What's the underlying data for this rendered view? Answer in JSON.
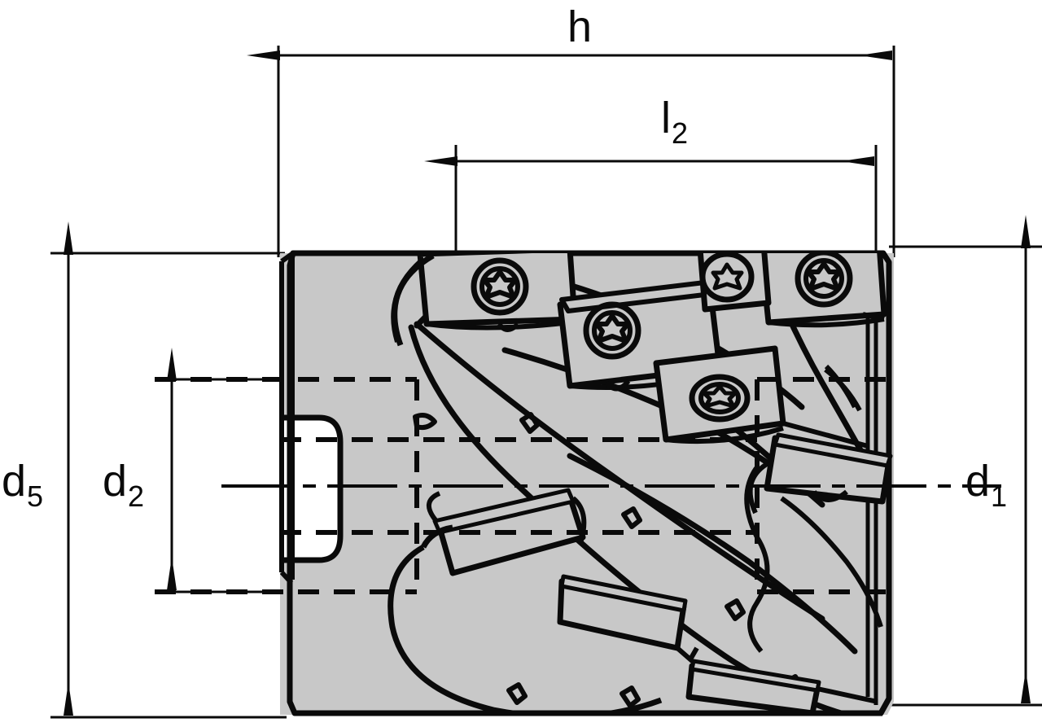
{
  "drawing": {
    "title": "Indexable milling cutter side view with dimensions",
    "background_color": "#ffffff",
    "body_fill_color": "#c8c8c8",
    "line_color": "#0a0a0a"
  },
  "dimensions": {
    "h": {
      "label_base": "h",
      "label_sub": "",
      "orientation": "horizontal",
      "position": "top"
    },
    "l2": {
      "label_base": "l",
      "label_sub": "2",
      "orientation": "horizontal",
      "position": "top"
    },
    "d5": {
      "label_base": "d",
      "label_sub": "5",
      "orientation": "vertical",
      "position": "left-outer"
    },
    "d2": {
      "label_base": "d",
      "label_sub": "2",
      "orientation": "vertical",
      "position": "left-inner"
    },
    "d1": {
      "label_base": "d",
      "label_sub": "1",
      "orientation": "vertical",
      "position": "right"
    }
  },
  "features": {
    "insert_count": 6,
    "screw_type": "torx-screw",
    "centerline_style": "dash-dot",
    "hidden_line_style": "dashed"
  }
}
